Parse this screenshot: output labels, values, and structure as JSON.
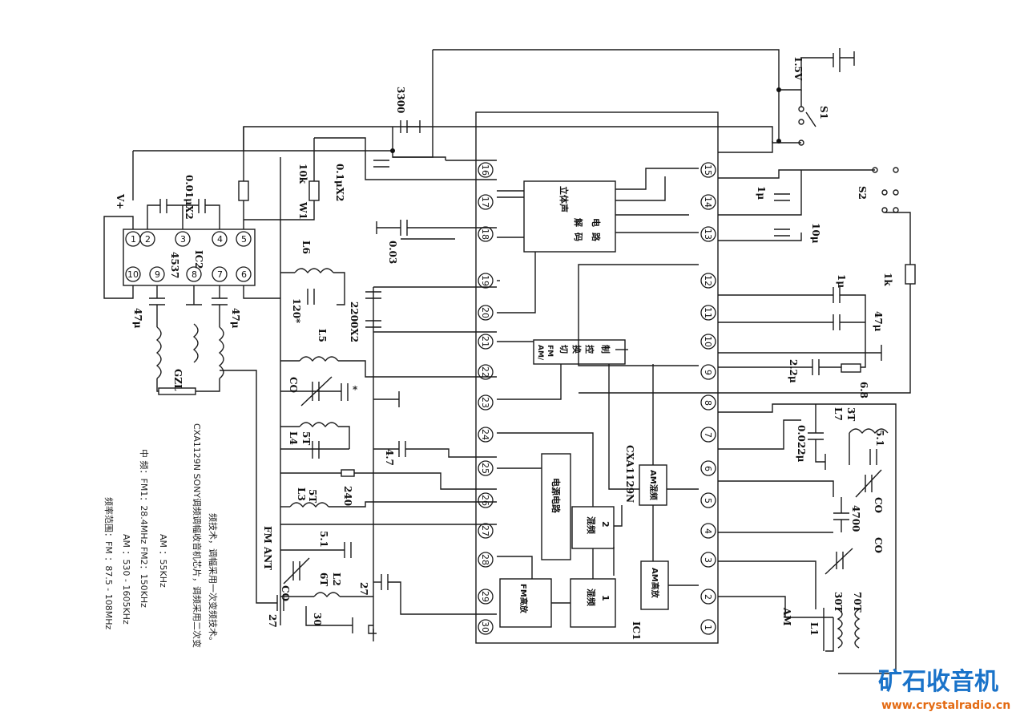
{
  "ic1": {
    "name": "CXA1129N",
    "ref": "IC1",
    "pins_top": [
      "16",
      "17",
      "18",
      "19",
      "20",
      "21",
      "22",
      "23",
      "24",
      "25",
      "26",
      "27",
      "28",
      "29",
      "30"
    ],
    "pins_bottom": [
      "15",
      "14",
      "13",
      "12",
      "11",
      "10",
      "9",
      "8",
      "7",
      "6",
      "5",
      "4",
      "3",
      "2",
      "1"
    ],
    "blocks": {
      "stereo_decoder": [
        "立体声",
        "解",
        "码",
        "电",
        "路"
      ],
      "am_fm_switch": [
        "AM/",
        "FM",
        "切",
        "换",
        "控",
        "制"
      ],
      "power_circuit": "电源电路",
      "mix2": [
        "混频",
        "2"
      ],
      "am_mix": "AM混频",
      "am_rf": "AM高放",
      "mix1": [
        "混频",
        "1"
      ],
      "fm_rf": "FM高放"
    }
  },
  "ic2": {
    "name": "4537",
    "ref": "IC2",
    "pins_top": [
      "1",
      "2",
      "3",
      "4",
      "5"
    ],
    "pins_bottom": [
      "10",
      "9",
      "8",
      "7",
      "6"
    ]
  },
  "labels": {
    "vplus": "V+",
    "cap_001x2": "0.01μX2",
    "pot_10k": "10k",
    "w1": "W1",
    "cap_01x2": "0.1μX2",
    "cap_3300": "3300",
    "cap_003": "0.03",
    "v15": "1.5V",
    "s1": "S1",
    "s2": "S2",
    "cap_1u_a": "1μ",
    "cap_10u": "10μ",
    "cap_1u_b": "1μ",
    "cap_47u_b": "47μ",
    "res_1k": "1k",
    "cap_22u": "2.2μ",
    "res_68": "6.8",
    "cap_47u_l": "47μ",
    "cap_47u_r": "47μ",
    "gzl": "GZL",
    "l6": "L6",
    "c120": "120*",
    "c2200": "2200X2",
    "l5": "L5",
    "co": "CO",
    "star": "*",
    "l4": "L4",
    "l4_5t": "5T",
    "c47": "4.7",
    "r240": "240",
    "l3": "L3",
    "l3_5t": "5T",
    "c51": "5.1",
    "fm_ant": "FM ANT",
    "c27a": "27",
    "c27b": "27",
    "l2": "L2",
    "t6": "6T",
    "n30": "30",
    "c0022": "0.022μ",
    "l7": "L7",
    "l7_3t": "3T",
    "c51b": "5.1",
    "c4700": "4700",
    "co2": "CO",
    "am": "AM",
    "l1": "L1",
    "t30": "30T",
    "t70": "70T"
  },
  "notes": {
    "range": "频率范围：FM ：87.5 - 108MHz",
    "range_am": "AM ：530 - 1605KHz",
    "if": "中 频：FM1：28.4MHz FM2：150KHz",
    "if_am": "AM ：55KHz",
    "desc1": "CXA1129N SONY调频调幅收音机芯片，调频采用二次变",
    "desc2": "频技术，调幅采用一次变频技术。"
  },
  "watermark": {
    "title": "矿石收音机",
    "url": "www.crystalradio.cn"
  }
}
